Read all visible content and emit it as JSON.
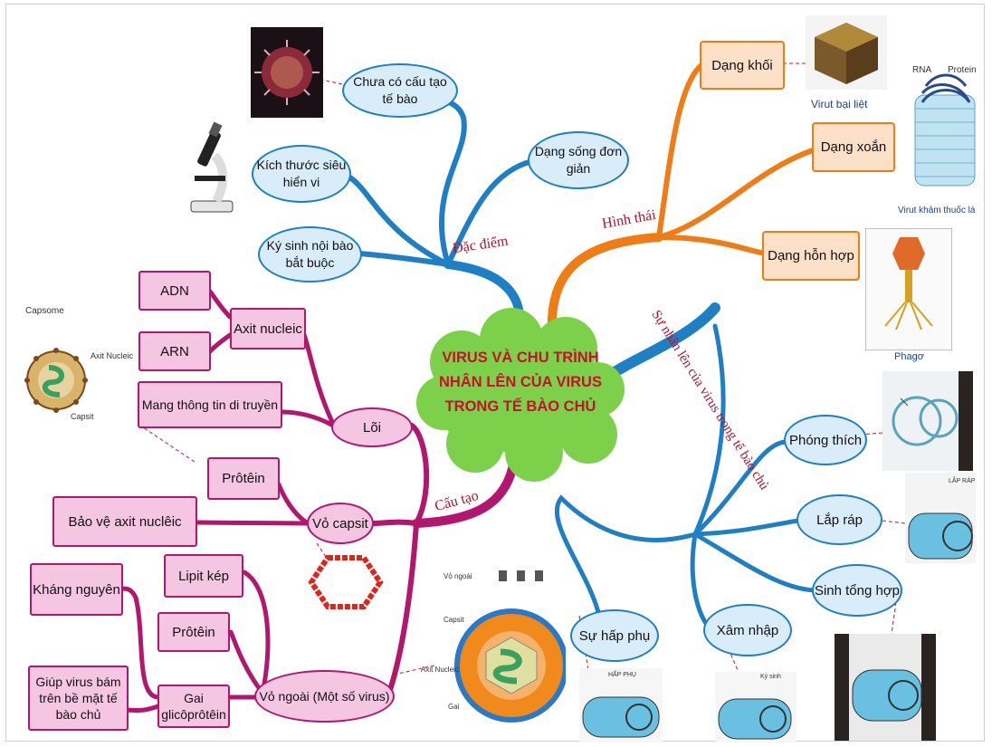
{
  "center": {
    "line1": "VIRUS VÀ CHU TRÌNH",
    "line2": "NHÂN LÊN CỦA VIRUS",
    "line3": "TRONG TẾ BÀO CHỦ"
  },
  "branches": {
    "dac_diem": "Đặc điểm",
    "hinh_thai": "Hình thái",
    "cau_tao": "Cấu tạo",
    "su_nhan_len": "Sự nhân lên của virus trong tế bào chủ"
  },
  "dac_diem": {
    "chua_co_1": "Chưa có cấu tạo",
    "chua_co_2": "tế bào",
    "kich_thuoc_1": "Kích thước siêu",
    "kich_thuoc_2": "hiển vi",
    "ky_sinh_1": "Ký sinh nội bào",
    "ky_sinh_2": "bắt buộc",
    "dang_song_1": "Dạng sống đơn",
    "dang_song_2": "giản"
  },
  "hinh_thai": {
    "dang_khoi": "Dạng khối",
    "dang_xoan": "Dạng xoắn",
    "dang_hon_hop": "Dạng hỗn hợp",
    "virut_bai_liet": "Virut bại liệt",
    "virut_kham": "Virut khảm thuốc lá",
    "rna": "RNA",
    "protein": "Protein",
    "phago": "Phagơ"
  },
  "cau_tao": {
    "adn": "ADN",
    "arn": "ARN",
    "axit_nucleic": "Axit nucleic",
    "mang_thong_tin": "Mang thông tin di truyền",
    "loi": "Lõi",
    "protein_capsit": "Prôtêin",
    "vo_capsit": "Vỏ capsit",
    "bao_ve": "Bảo vệ axit nuclêic",
    "lipit_kep": "Lipit kép",
    "khang_nguyen": "Kháng nguyên",
    "protein_vo": "Prôtêin",
    "gai_1": "Gai",
    "gai_2": "glicôprôtêin",
    "giup_1": "Giúp virus bám",
    "giup_2": "trên bề mặt tế",
    "giup_3": "bào chủ",
    "vo_ngoai": "Vỏ ngoài (Một số virus)",
    "capsome": "Capsome",
    "axit_nucleic_label": "Axit Nucleic",
    "capsit_label": "Capsit",
    "vo_ngoai_label": "Vỏ ngoài",
    "capsit_label2": "Capsit",
    "axit_label2": "Axit Nucleic",
    "gai_label": "Gai"
  },
  "nhan_len": {
    "phong_thich": "Phóng thích",
    "lap_rap": "Lắp ráp",
    "sinh_tong_hop": "Sinh tổng hợp",
    "xam_nhap": "Xâm nhập",
    "hap_phu": "Sự hấp phụ",
    "lap_rap_img": "LẮP RÁP",
    "hap_phu_img": "HẤP PHỤ",
    "ky_sinh_img": "Ký sinh"
  },
  "colors": {
    "blue": "#1f7fc4",
    "magenta": "#b2166e",
    "orange": "#ef7c14",
    "cloud": "#7dd14a",
    "title_red": "#c8102e"
  }
}
